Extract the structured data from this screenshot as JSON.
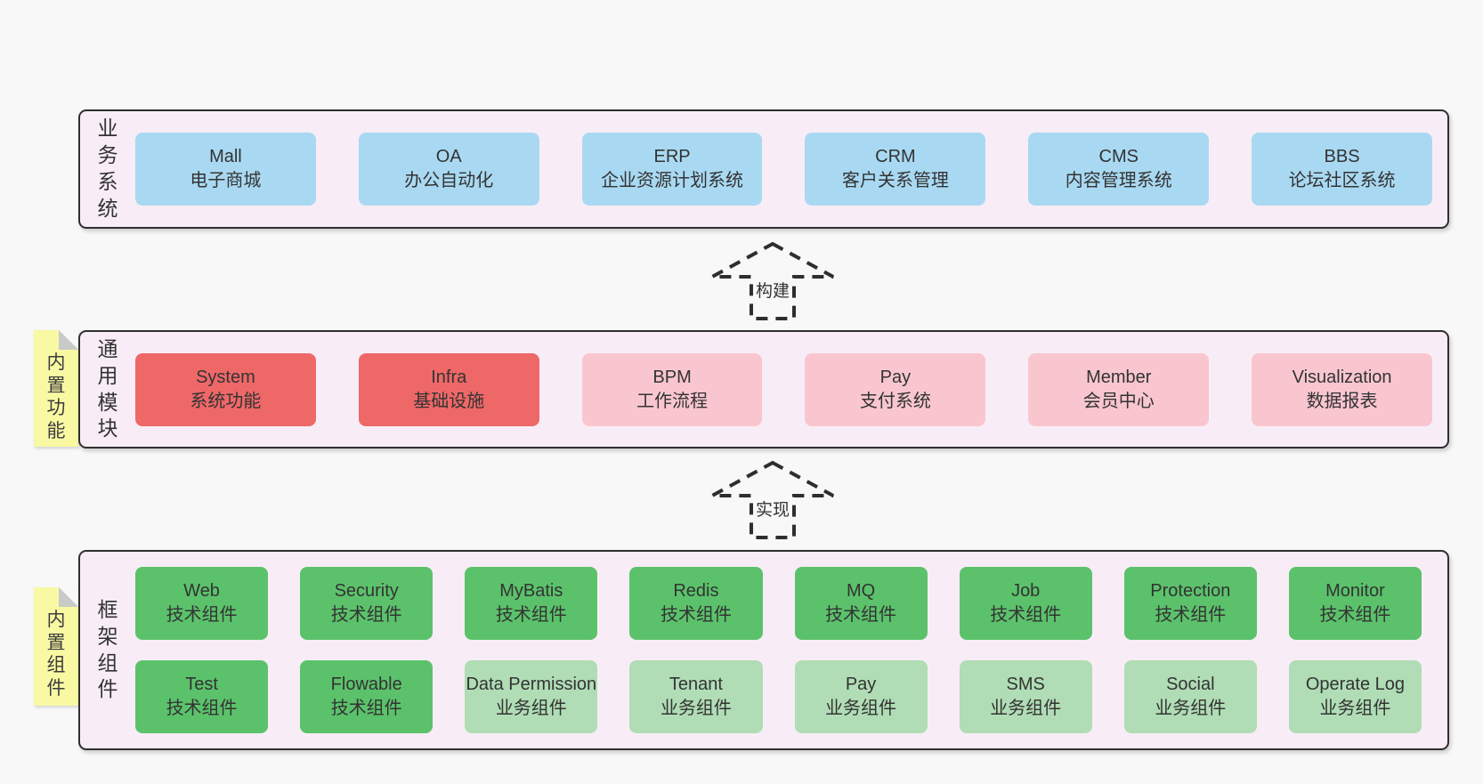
{
  "colors": {
    "page_bg": "#f8f8f8",
    "band_bg": "#f8edf6",
    "band_border": "#2f2f2f",
    "blue": "#a9d9f2",
    "red": "#ef6868",
    "pink": "#f9c6d0",
    "green": "#5bc26b",
    "lightgreen": "#b0ddb5",
    "note_yellow": "#f9f9a3",
    "note_fold": "#c8cac8",
    "arrow_stroke": "#2e2e2e",
    "text": "#333333"
  },
  "bands": [
    {
      "label": "业务系统",
      "boxes": [
        {
          "title": "Mall",
          "subtitle": "电子商城",
          "type": "blue"
        },
        {
          "title": "OA",
          "subtitle": "办公自动化",
          "type": "blue"
        },
        {
          "title": "ERP",
          "subtitle": "企业资源计划系统",
          "type": "blue"
        },
        {
          "title": "CRM",
          "subtitle": "客户关系管理",
          "type": "blue"
        },
        {
          "title": "CMS",
          "subtitle": "内容管理系统",
          "type": "blue"
        },
        {
          "title": "BBS",
          "subtitle": "论坛社区系统",
          "type": "blue"
        }
      ]
    },
    {
      "label": "通用模块",
      "note": "内置功能",
      "boxes": [
        {
          "title": "System",
          "subtitle": "系统功能",
          "type": "red"
        },
        {
          "title": "Infra",
          "subtitle": "基础设施",
          "type": "red"
        },
        {
          "title": "BPM",
          "subtitle": "工作流程",
          "type": "pink"
        },
        {
          "title": "Pay",
          "subtitle": "支付系统",
          "type": "pink"
        },
        {
          "title": "Member",
          "subtitle": "会员中心",
          "type": "pink"
        },
        {
          "title": "Visualization",
          "subtitle": "数据报表",
          "type": "pink"
        }
      ]
    },
    {
      "label": "框架组件",
      "note": "内置组件",
      "boxes": [
        {
          "title": "Web",
          "subtitle": "技术组件",
          "type": "green"
        },
        {
          "title": "Security",
          "subtitle": "技术组件",
          "type": "green"
        },
        {
          "title": "MyBatis",
          "subtitle": "技术组件",
          "type": "green"
        },
        {
          "title": "Redis",
          "subtitle": "技术组件",
          "type": "green"
        },
        {
          "title": "MQ",
          "subtitle": "技术组件",
          "type": "green"
        },
        {
          "title": "Job",
          "subtitle": "技术组件",
          "type": "green"
        },
        {
          "title": "Protection",
          "subtitle": "技术组件",
          "type": "green"
        },
        {
          "title": "Monitor",
          "subtitle": "技术组件",
          "type": "green"
        },
        {
          "title": "Test",
          "subtitle": "技术组件",
          "type": "green"
        },
        {
          "title": "Flowable",
          "subtitle": "技术组件",
          "type": "green"
        },
        {
          "title": "Data Permission",
          "subtitle": "业务组件",
          "type": "lightgreen"
        },
        {
          "title": "Tenant",
          "subtitle": "业务组件",
          "type": "lightgreen"
        },
        {
          "title": "Pay",
          "subtitle": "业务组件",
          "type": "lightgreen"
        },
        {
          "title": "SMS",
          "subtitle": "业务组件",
          "type": "lightgreen"
        },
        {
          "title": "Social",
          "subtitle": "业务组件",
          "type": "lightgreen"
        },
        {
          "title": "Operate Log",
          "subtitle": "业务组件",
          "type": "lightgreen"
        }
      ]
    }
  ],
  "arrows": [
    {
      "label": "构建"
    },
    {
      "label": "实现"
    }
  ]
}
